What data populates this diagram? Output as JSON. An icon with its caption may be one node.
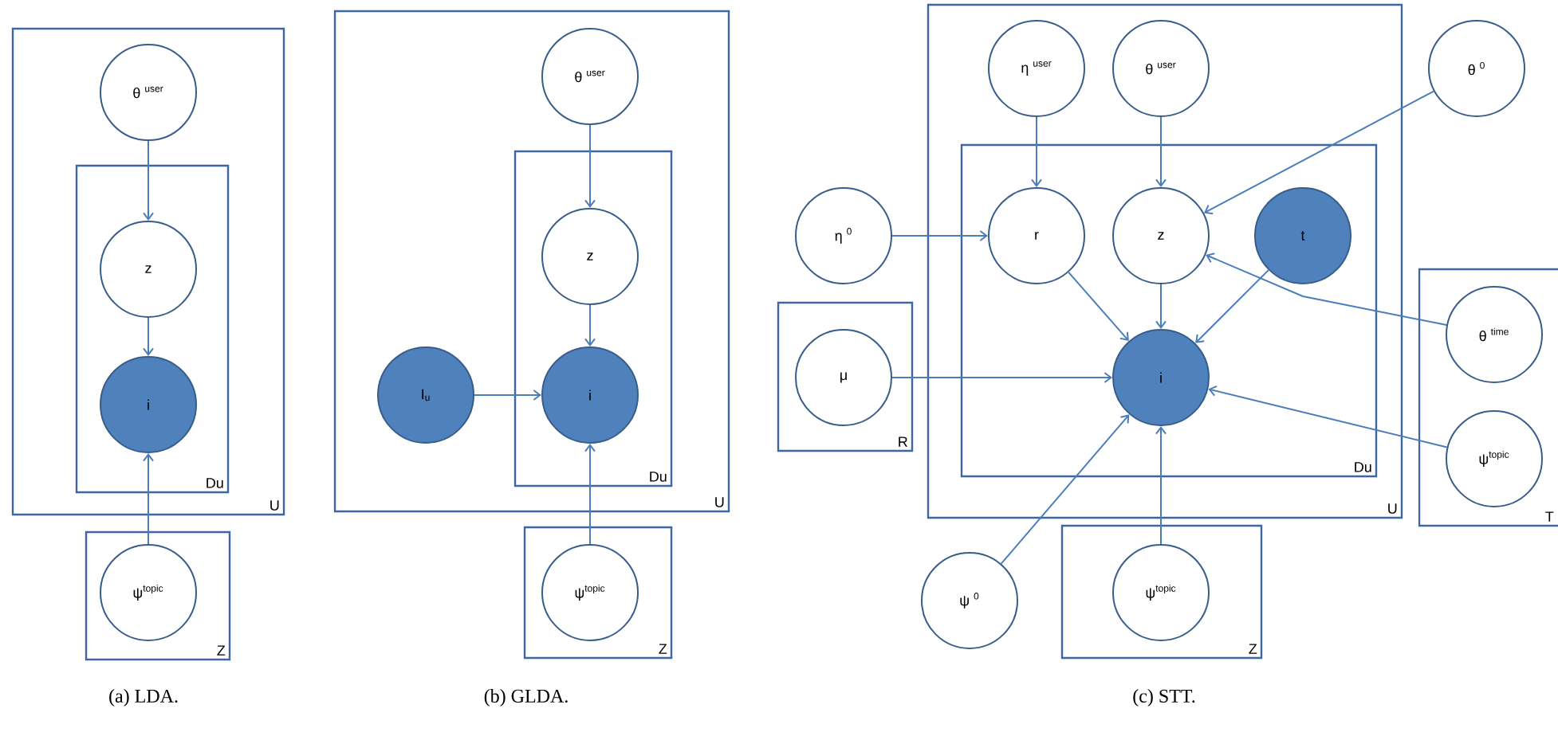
{
  "diagram": {
    "nodes": [
      {
        "text": [
          "U"
        ]
      },
      {
        "text": [
          "θ $^{user}$"
        ],
        "in": 0
      },
      {
        "text": [
          "Du"
        ],
        "in": 0
      },
      {
        "text": [
          "z"
        ],
        "in": 2
      },
      {
        "text": [
          "i"
        ],
        "in": 2
      },
      {
        "text": [
          "Z"
        ]
      },
      {
        "text": [
          "ψ$^{topic}$"
        ],
        "in": 5
      },
      {
        "text": [
          "U"
        ]
      },
      {
        "text": [
          "θ $^{user}$"
        ],
        "in": 7
      },
      {
        "text": [
          "Du"
        ],
        "in": 7
      },
      {
        "text": [
          "z"
        ],
        "in": 9
      },
      {
        "text": [
          "I$_{u}$"
        ],
        "in": 7
      },
      {
        "text": [
          "i"
        ],
        "in": 9
      },
      {
        "text": [
          "Z"
        ]
      },
      {
        "text": [
          "ψ$^{topic}$"
        ],
        "in": 13
      },
      {
        "text": [
          "U"
        ]
      },
      {
        "text": [
          "η $^{user}$"
        ],
        "in": 15
      },
      {
        "text": [
          "θ $^{user}$"
        ],
        "in": 15
      },
      {
        "text": [
          "θ $^{0}$"
        ]
      },
      {
        "text": [
          "Du"
        ],
        "in": 15
      },
      {
        "text": [
          "η $^{0}$"
        ]
      },
      {
        "text": [
          "r"
        ],
        "in": 19
      },
      {
        "text": [
          "z"
        ],
        "in": 19
      },
      {
        "text": [
          "t"
        ],
        "in": 19
      },
      {
        "text": [
          "R"
        ]
      },
      {
        "text": [
          "μ"
        ],
        "in": 24
      },
      {
        "text": [
          "i"
        ],
        "in": 19
      },
      {
        "text": [
          "T"
        ]
      },
      {
        "text": [
          "θ $^{time}$"
        ],
        "in": 27
      },
      {
        "text": [
          "ψ$^{topic}$"
        ],
        "in": 27
      },
      {
        "text": [
          "ψ $^{0}$"
        ]
      },
      {
        "text": [
          "Z"
        ]
      },
      {
        "text": [
          "ψ$^{topic}$"
        ],
        "in": 31
      }
    ],
    "edges": [
      {
        "from": 1,
        "to": 3,
        "arrow": "to"
      },
      {
        "from": 3,
        "to": 4,
        "arrow": "to"
      },
      {
        "from": 6,
        "to": 4,
        "arrow": "to"
      },
      {
        "from": 8,
        "to": 10,
        "arrow": "to"
      },
      {
        "from": 10,
        "to": 12,
        "arrow": "to"
      },
      {
        "from": 11,
        "to": 12,
        "arrow": "to"
      },
      {
        "from": 14,
        "to": 12,
        "arrow": "to"
      },
      {
        "from": 16,
        "to": 21,
        "arrow": "to"
      },
      {
        "from": 17,
        "to": 22,
        "arrow": "to"
      },
      {
        "from": 18,
        "to": 22,
        "arrow": "to"
      },
      {
        "from": 20,
        "to": 21,
        "arrow": "to"
      },
      {
        "from": 21,
        "to": 26,
        "arrow": "to"
      },
      {
        "from": 22,
        "to": 26,
        "arrow": "to"
      },
      {
        "from": 23,
        "to": 26,
        "arrow": "to"
      },
      {
        "from": 28,
        "to": 22,
        "arrow": "to"
      },
      {
        "from": 25,
        "to": 26,
        "arrow": "to"
      },
      {
        "from": 29,
        "to": 26,
        "arrow": "to"
      },
      {
        "from": 30,
        "to": 26,
        "arrow": "to"
      },
      {
        "from": 32,
        "to": 26,
        "arrow": "to"
      }
    ],
    "labels": [
      "(a) LDA.",
      "(b) GLDA.",
      "(c) STT."
    ]
  }
}
